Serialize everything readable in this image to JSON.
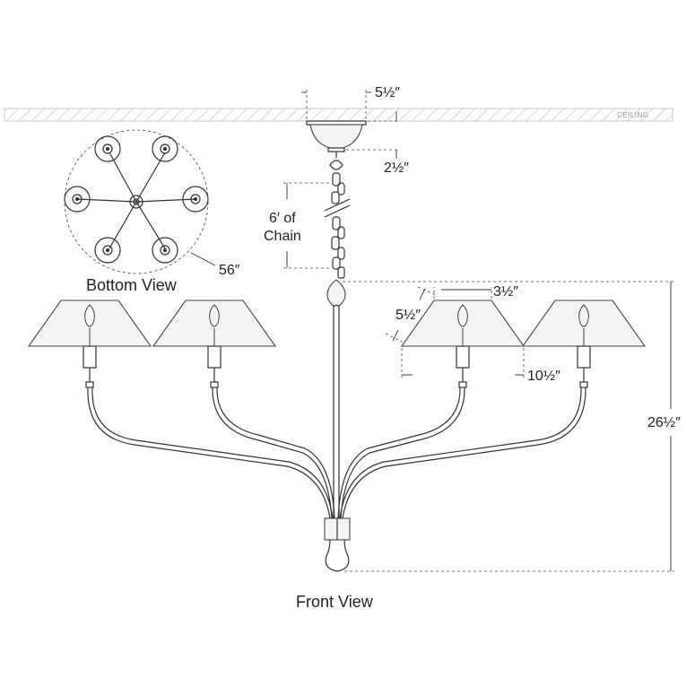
{
  "ceiling": {
    "label": "CEILING"
  },
  "dimensions": {
    "canopy_width": "5½″",
    "canopy_height": "2½″",
    "chain": {
      "line1": "6′ of",
      "line2": "Chain"
    },
    "overall_diameter": "56″",
    "shade_top": "3½″",
    "shade_height": "5½″",
    "shade_bottom": "10½″",
    "overall_height": "26½″"
  },
  "views": {
    "bottom": "Bottom View",
    "front": "Front View"
  }
}
